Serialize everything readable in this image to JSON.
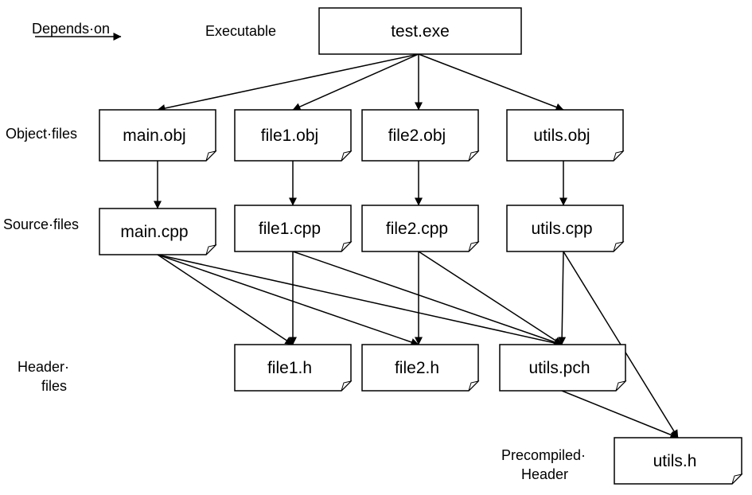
{
  "legend": {
    "label": "Depends·on"
  },
  "labels": {
    "executable": "Executable",
    "object_files": "Object·files",
    "source_files": "Source·files",
    "header_files_line1": "Header·",
    "header_files_line2": "files",
    "precompiled_line1": "Precompiled·",
    "precompiled_line2": "Header"
  },
  "nodes": {
    "test_exe": "test.exe",
    "main_obj": "main.obj",
    "file1_obj": "file1.obj",
    "file2_obj": "file2.obj",
    "utils_obj": "utils.obj",
    "main_cpp": "main.cpp",
    "file1_cpp": "file1.cpp",
    "file2_cpp": "file2.cpp",
    "utils_cpp": "utils.cpp",
    "file1_h": "file1.h",
    "file2_h": "file2.h",
    "utils_pch": "utils.pch",
    "utils_h": "utils.h"
  },
  "edges": [
    [
      "test_exe",
      "main_obj"
    ],
    [
      "test_exe",
      "file1_obj"
    ],
    [
      "test_exe",
      "file2_obj"
    ],
    [
      "test_exe",
      "utils_obj"
    ],
    [
      "main_obj",
      "main_cpp"
    ],
    [
      "file1_obj",
      "file1_cpp"
    ],
    [
      "file2_obj",
      "file2_cpp"
    ],
    [
      "utils_obj",
      "utils_cpp"
    ],
    [
      "main_cpp",
      "file1_h"
    ],
    [
      "main_cpp",
      "file2_h"
    ],
    [
      "main_cpp",
      "utils_pch"
    ],
    [
      "file1_cpp",
      "file1_h"
    ],
    [
      "file1_cpp",
      "utils_pch"
    ],
    [
      "file2_cpp",
      "file2_h"
    ],
    [
      "file2_cpp",
      "utils_pch"
    ],
    [
      "utils_cpp",
      "utils_pch"
    ],
    [
      "utils_cpp",
      "utils_h"
    ],
    [
      "utils_pch",
      "utils_h"
    ]
  ]
}
